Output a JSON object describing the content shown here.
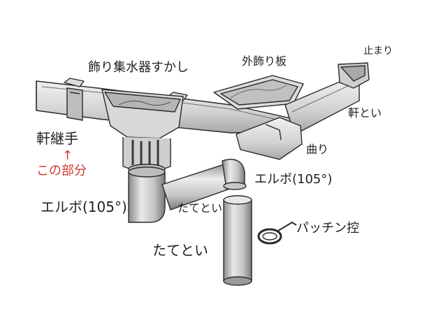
{
  "colors": {
    "ink": "#2a2a2a",
    "shade": "#9a9a9a",
    "fill_light": "#e6e6e6",
    "fill_mid": "#c9c9c9",
    "fill_dark": "#5b5b5b",
    "highlight_red": "#d23a2a"
  },
  "labels": {
    "decor_collector": "飾り集水器すかし",
    "outer_decor_board": "外飾り板",
    "stop_end": "止まり",
    "eaves_gutter": "軒とい",
    "corner": "曲り",
    "gutter_joint": "軒継手",
    "this_part": "この部分",
    "elbow_right": "エルボ(105°)",
    "elbow_left": "エルボ(105°)",
    "downpipe_small": "たてとい",
    "downpipe_large": "たてとい",
    "pipe_clip": "パッチン控"
  },
  "arrow_glyph": "↑"
}
